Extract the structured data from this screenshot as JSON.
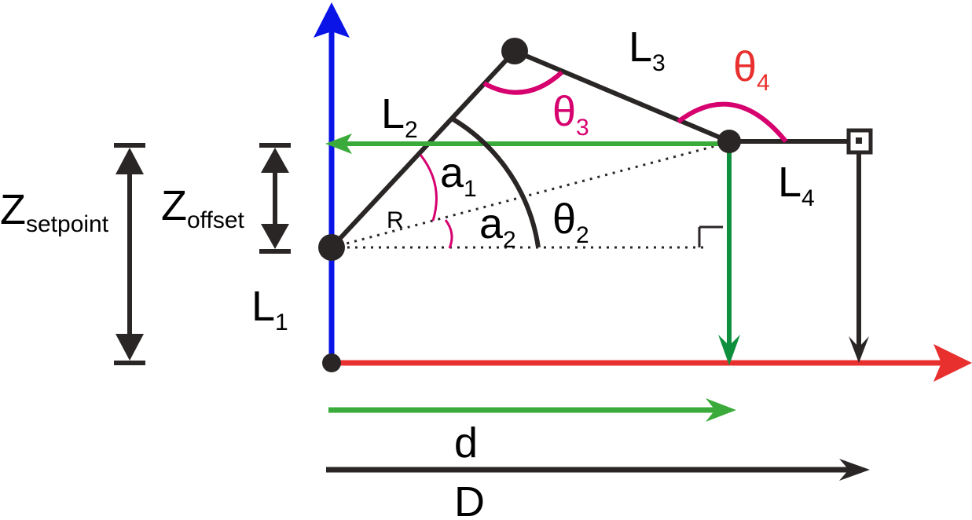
{
  "labels": {
    "L1": "L",
    "L1_sub": "1",
    "L2": "L",
    "L2_sub": "2",
    "L3": "L",
    "L3_sub": "3",
    "L4": "L",
    "L4_sub": "4",
    "theta2": "θ",
    "theta2_sub": "2",
    "theta3": "θ",
    "theta3_sub": "3",
    "theta4": "θ",
    "theta4_sub": "4",
    "a1": "a",
    "a1_sub": "1",
    "a2": "a",
    "a2_sub": "2",
    "R": "R",
    "zsetpoint": "Z",
    "zsetpoint_sub": "setpoint",
    "zoffset": "Z",
    "zoffset_sub": "offset",
    "d": "d",
    "D": "D"
  },
  "colors": {
    "link": "#2b2626",
    "z_axis": "#0a14e6",
    "x_axis": "#e8302f",
    "green_dark": "#0d8f3e",
    "green_light": "#3aaa3a",
    "pink": "#d6006e",
    "red_label": "#e8302f"
  }
}
